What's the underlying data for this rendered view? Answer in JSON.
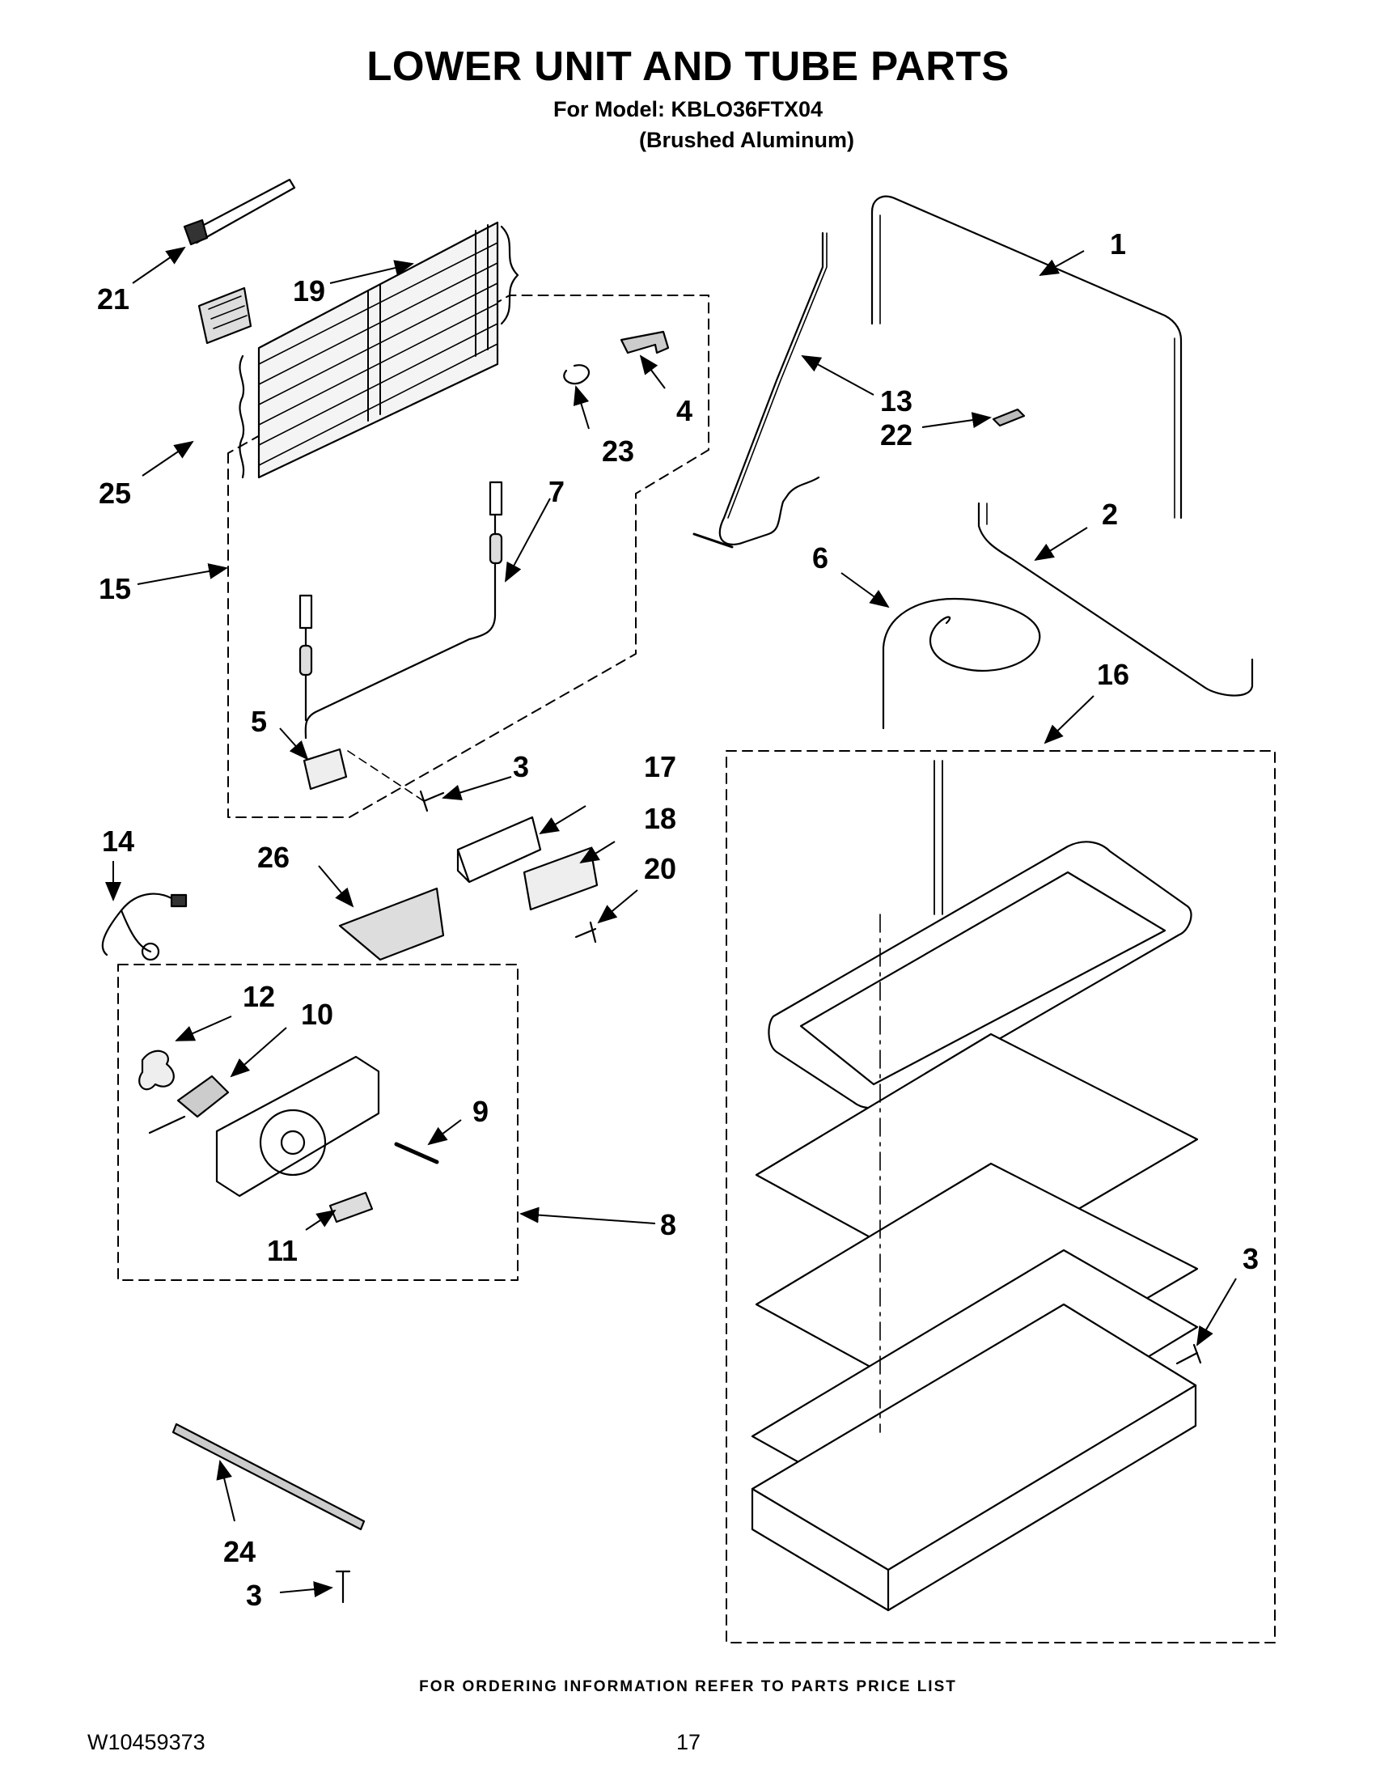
{
  "header": {
    "title": "LOWER UNIT AND TUBE PARTS",
    "model_line": "For Model: KBLO36FTX04",
    "finish": "(Brushed Aluminum)"
  },
  "callouts": {
    "c1": "1",
    "c2": "2",
    "c3a": "3",
    "c3b": "3",
    "c3c": "3",
    "c4": "4",
    "c5": "5",
    "c6": "6",
    "c7": "7",
    "c8": "8",
    "c9": "9",
    "c10": "10",
    "c11": "11",
    "c12": "12",
    "c13": "13",
    "c14": "14",
    "c15": "15",
    "c16": "16",
    "c17": "17",
    "c18": "18",
    "c19": "19",
    "c20": "20",
    "c21": "21",
    "c22": "22",
    "c23": "23",
    "c24": "24",
    "c25": "25",
    "c26": "26"
  },
  "footer": {
    "ordering_note": "FOR ORDERING INFORMATION REFER TO PARTS PRICE LIST",
    "doc_number": "W10459373",
    "page_number": "17"
  }
}
